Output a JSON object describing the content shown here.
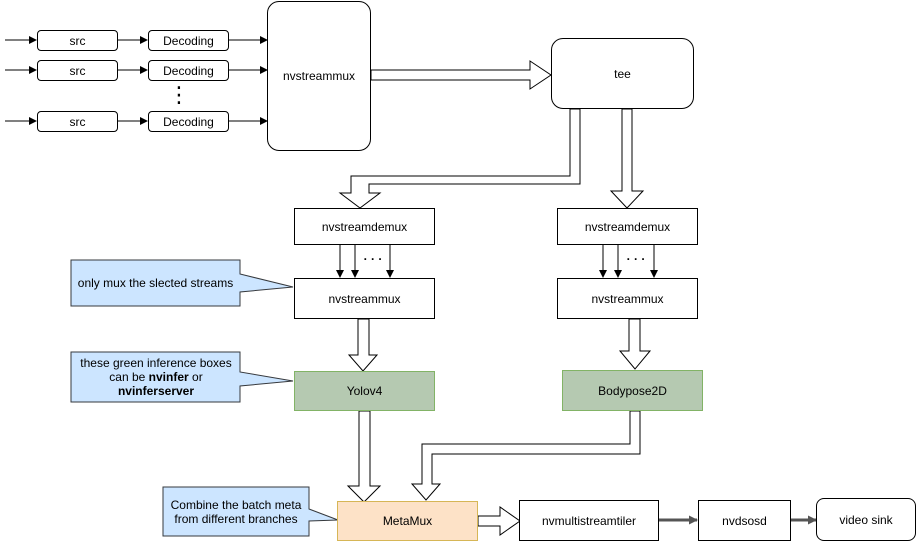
{
  "nodes": {
    "src_1": "src",
    "src_2": "src",
    "src_3": "src",
    "decoding_1": "Decoding",
    "decoding_2": "Decoding",
    "decoding_3": "Decoding",
    "nvstreammux_main": "nvstreammux",
    "tee": "tee",
    "nvstreamdemux_left": "nvstreamdemux",
    "nvstreamdemux_right": "nvstreamdemux",
    "nvstreammux_left": "nvstreammux",
    "nvstreammux_right": "nvstreammux",
    "yolov4": "Yolov4",
    "bodypose2d": "Bodypose2D",
    "metamux": "MetaMux",
    "nvmultistreamtiler": "nvmultistreamtiler",
    "nvdsosd": "nvdsosd",
    "video_sink": "video sink"
  },
  "callouts": {
    "select_streams": "only mux the slected streams",
    "inference_prefix": "these green inference boxes can be ",
    "inference_nvinfer": "nvinfer",
    "inference_or": " or ",
    "inference_nvinferserver": "nvinferserver",
    "combine_meta": "Combine the batch meta from different branches"
  },
  "ellipsis": {
    "vertical": "⋮",
    "left": "· · ·",
    "right": "· · ·"
  },
  "colors": {
    "inference_fill": "#b5c9b1",
    "inference_border": "#82b366",
    "metamux_fill": "#fde2c7",
    "metamux_border": "#d6b656",
    "callout_fill": "#cce5ff",
    "callout_border": "#36393d"
  }
}
